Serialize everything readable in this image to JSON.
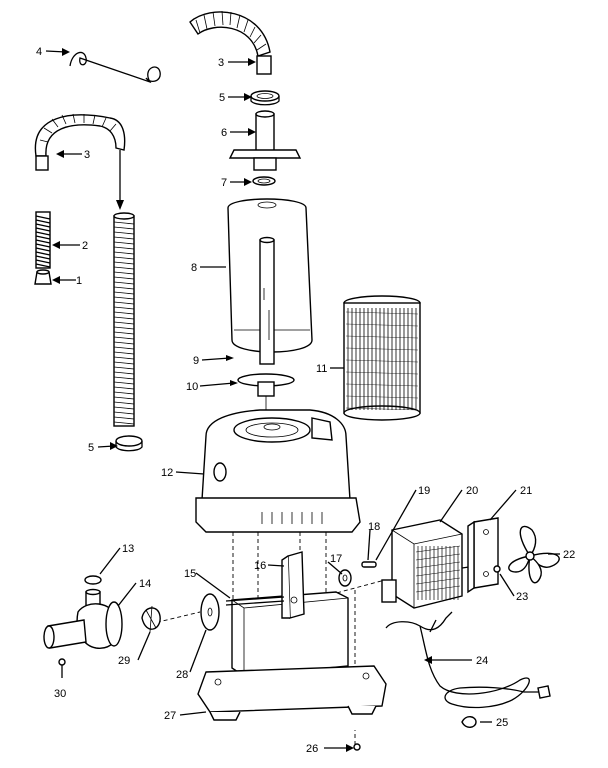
{
  "callouts": [
    {
      "label": "1"
    },
    {
      "label": "2"
    },
    {
      "label": "3"
    },
    {
      "label": "3"
    },
    {
      "label": "4"
    },
    {
      "label": "5"
    },
    {
      "label": "5"
    },
    {
      "label": "6"
    },
    {
      "label": "7"
    },
    {
      "label": "8"
    },
    {
      "label": "9"
    },
    {
      "label": "10"
    },
    {
      "label": "11"
    },
    {
      "label": "12"
    },
    {
      "label": "13"
    },
    {
      "label": "14"
    },
    {
      "label": "15"
    },
    {
      "label": "16"
    },
    {
      "label": "17"
    },
    {
      "label": "18"
    },
    {
      "label": "19"
    },
    {
      "label": "20"
    },
    {
      "label": "21"
    },
    {
      "label": "22"
    },
    {
      "label": "23"
    },
    {
      "label": "24"
    },
    {
      "label": "25"
    },
    {
      "label": "26"
    },
    {
      "label": "27"
    },
    {
      "label": "28"
    },
    {
      "label": "29"
    },
    {
      "label": "30"
    }
  ]
}
